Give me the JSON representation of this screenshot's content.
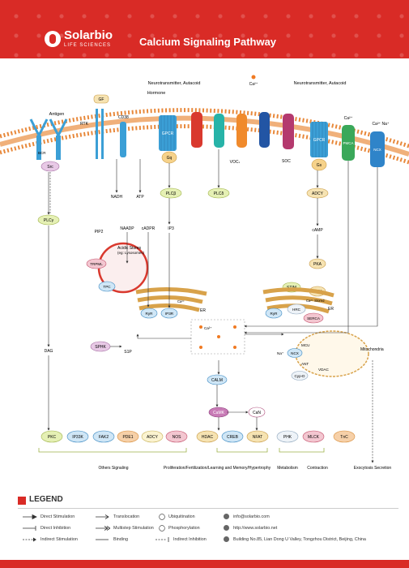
{
  "header": {
    "brand": "Solarbio",
    "brand_sub": "LIFE SCIENCES",
    "title": "Calcium Signaling Pathway"
  },
  "labels": {
    "neurotransmitter_left": "Neurotransmitter, Autacoid",
    "neurotransmitter_right": "Neurotransmitter, Autacoid",
    "hormone": "Hormone",
    "ca_top": "Ca²⁺",
    "antigen": "Antigen",
    "gf": "GF",
    "rtk": "RTK",
    "cd38": "CD38",
    "gpcr_left": "GPCR",
    "gpcr_right": "GPCR",
    "gq_left": "Gq",
    "gs": "Gs",
    "vocs": "VOCₛ",
    "soc": "SOC",
    "pmca": "PMCA",
    "ncx_mem": "NCX",
    "ca_pmca": "Ca²⁺",
    "ca_na_ncx": "Ca²⁺ Na⁺",
    "bcr": "BCR",
    "src": "Src",
    "nadh": "NADH",
    "atp": "ATP",
    "plcb": "PLCβ",
    "plcd": "PLCδ",
    "adcy_top": "ADCY",
    "plcg": "PLCγ",
    "pip2": "PIP2",
    "naadp": "NAADP",
    "cadpr": "cADPR",
    "ip3": "IP3",
    "camp": "cAMP",
    "acidic_stores": "Acidic Stores",
    "acidic_stores_sub": "(eg: Lysosomes)",
    "trpml": "TRPML",
    "tpc": "TPC",
    "pka": "PKA",
    "stim": "STIM",
    "pln": "PLN",
    "hrc": "HRC",
    "serca": "SERCA",
    "ca_stored": "Ca²⁺ Stored",
    "ryr_left": "RyR",
    "ip3r": "IP3R",
    "ryr_right": "RyR",
    "er_left": "ER",
    "er_right": "ER",
    "dag": "DAG",
    "sphk": "SPHK",
    "s1p": "S1P",
    "ca": "Ca²⁺",
    "mcu": "MCU",
    "mitochondria": "Mitochondria",
    "na": "Na⁺",
    "ncx_mito": "NCX",
    "ant": "ANT",
    "vdac": "VDAC",
    "cypd": "Cyp-D",
    "calm": "CALM",
    "camk": "CaMK",
    "can": "CaN",
    "pkc": "PKC",
    "ip33k": "IP33K",
    "fak2": "FAK2",
    "pde1": "PDE1",
    "adcy_bottom": "ADCY",
    "nos": "NOS",
    "hdac": "HDAC",
    "creb": "CREB",
    "nfat": "NFAT",
    "phk": "PHK",
    "mlck": "MLCK",
    "tnc": "TnC",
    "out_others": "Others Signaling",
    "out_prolif": "Proliferation/Fertilization/Learning and Memory/Hypertrophy",
    "out_metab": "Metabolism",
    "out_contr": "Contraction",
    "out_exo": "Exocytosis Secretion"
  },
  "legend": {
    "title": "LEGEND",
    "direct_stimulation": "Direct Stimulation",
    "direct_inhibition": "Direct Inhibition",
    "indirect_stimulation": "Indirect Stimulation",
    "translocation": "Translocation",
    "multistep": "Multistep Stimulation",
    "binding": "Binding",
    "ubiquitination": "Ubiquitination",
    "phosphorylation": "Phosphorylation",
    "indirect_inhibition": "Indirect Inhibition",
    "email": "info@solarbio.com",
    "website": "http://www.solarbio.net",
    "address": "Building No.85, Lian Dong U Valley, Tongzhou District, Beijing, China"
  },
  "colors": {
    "brand_red": "#d92b26",
    "membrane": "#e8883a",
    "gpcr": "#3b9fd6",
    "er": "#d8a24a"
  }
}
